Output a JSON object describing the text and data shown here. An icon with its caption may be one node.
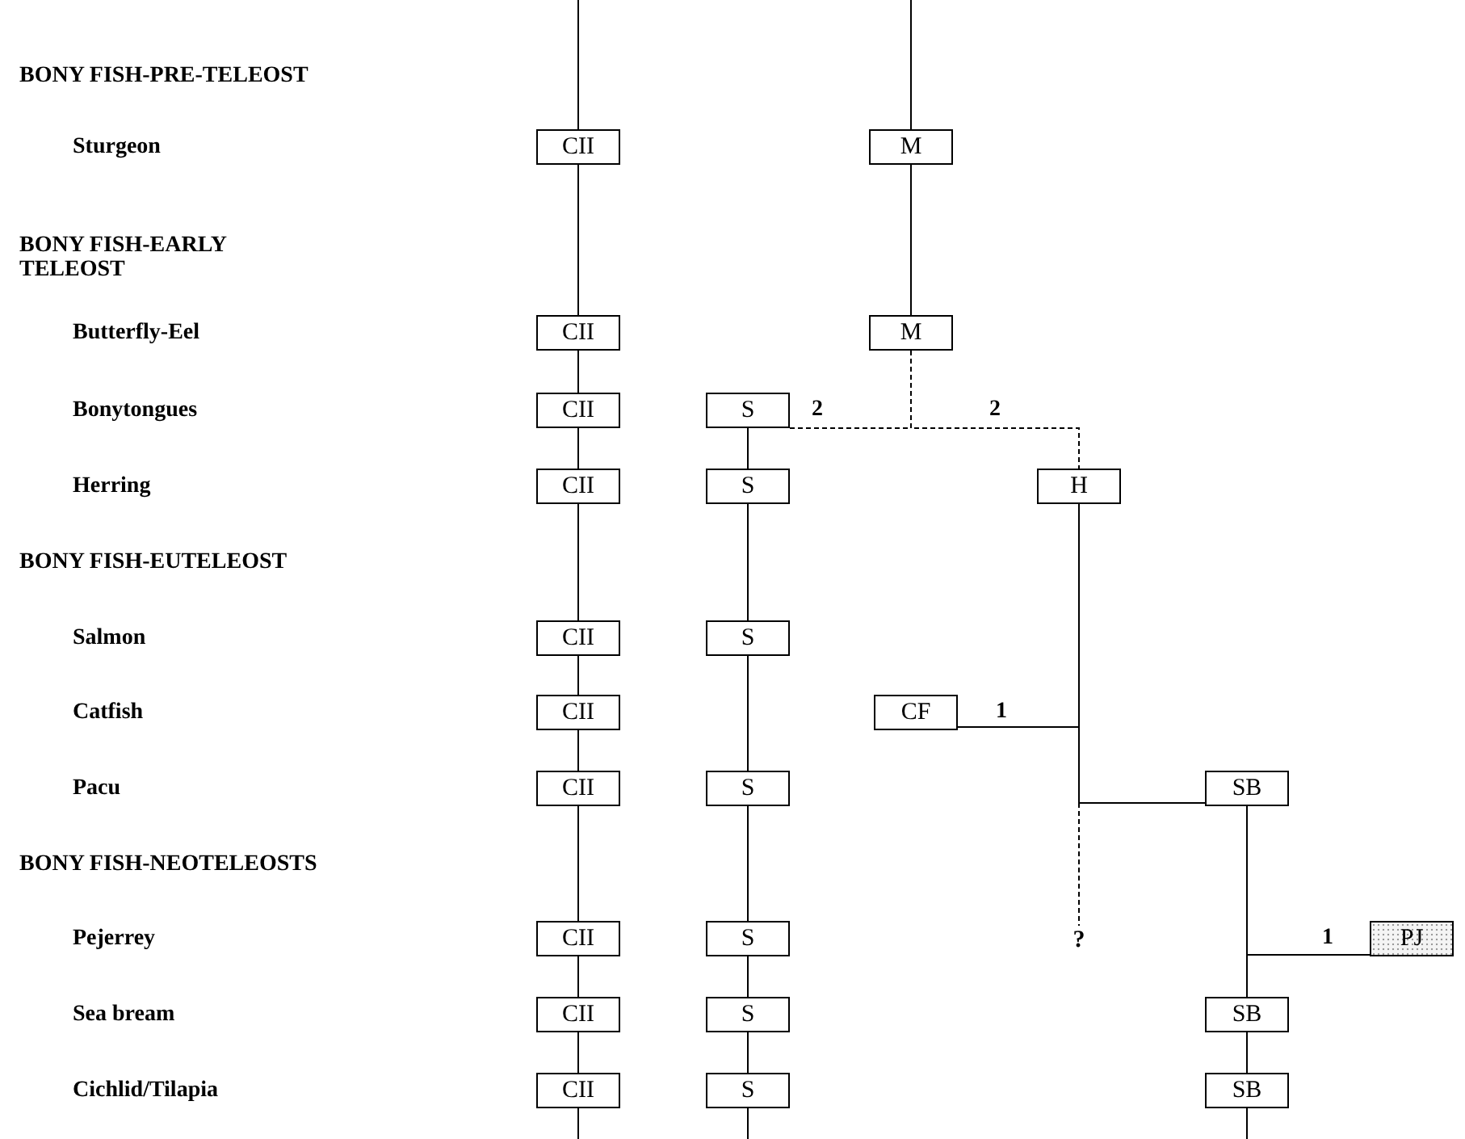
{
  "diagram": {
    "nodes": [
      {
        "text": [
          "CII"
        ]
      },
      {
        "text": [
          "M"
        ]
      },
      {
        "text": [
          "CII"
        ]
      },
      {
        "text": [
          "M"
        ]
      },
      {
        "text": [
          "CII"
        ]
      },
      {
        "text": [
          "S"
        ]
      },
      {
        "text": [
          "CII"
        ]
      },
      {
        "text": [
          "S"
        ]
      },
      {
        "text": [
          "H"
        ]
      },
      {
        "text": [
          "CII"
        ]
      },
      {
        "text": [
          "S"
        ]
      },
      {
        "text": [
          "CII"
        ]
      },
      {
        "text": [
          "CF"
        ]
      },
      {
        "text": [
          "CII"
        ]
      },
      {
        "text": [
          "S"
        ]
      },
      {
        "text": [
          "SB"
        ]
      },
      {
        "text": [
          "CII"
        ]
      },
      {
        "text": [
          "S"
        ]
      },
      {
        "text": [
          "PJ"
        ]
      },
      {
        "text": [
          "CII"
        ]
      },
      {
        "text": [
          "S"
        ]
      },
      {
        "text": [
          "SB"
        ]
      },
      {
        "text": [
          "CII"
        ]
      },
      {
        "text": [
          "S"
        ]
      },
      {
        "text": [
          "SB"
        ]
      },
      {
        "text": [
          "?"
        ]
      }
    ],
    "edges": [
      {
        "from": null,
        "to": 0,
        "arrow": "none"
      },
      {
        "from": 0,
        "to": 2,
        "arrow": "none"
      },
      {
        "from": 2,
        "to": 4,
        "arrow": "none"
      },
      {
        "from": 4,
        "to": 6,
        "arrow": "none"
      },
      {
        "from": 6,
        "to": 9,
        "arrow": "none"
      },
      {
        "from": 9,
        "to": 11,
        "arrow": "none"
      },
      {
        "from": 11,
        "to": 13,
        "arrow": "none"
      },
      {
        "from": 13,
        "to": 16,
        "arrow": "none"
      },
      {
        "from": 16,
        "to": 19,
        "arrow": "none"
      },
      {
        "from": 19,
        "to": 22,
        "arrow": "none"
      },
      {
        "from": 22,
        "to": null,
        "arrow": "none"
      },
      {
        "from": null,
        "to": 1,
        "arrow": "none"
      },
      {
        "from": 1,
        "to": 3,
        "arrow": "none"
      },
      {
        "from": 3,
        "to": 5,
        "arrow": "none",
        "label": "2",
        "style": "dashed"
      },
      {
        "from": 3,
        "to": 8,
        "arrow": "none",
        "label": "2",
        "style": "dashed"
      },
      {
        "from": 5,
        "to": 7,
        "arrow": "none"
      },
      {
        "from": 7,
        "to": 10,
        "arrow": "none"
      },
      {
        "from": 10,
        "to": 14,
        "arrow": "none"
      },
      {
        "from": 14,
        "to": 17,
        "arrow": "none"
      },
      {
        "from": 17,
        "to": 20,
        "arrow": "none"
      },
      {
        "from": 20,
        "to": 23,
        "arrow": "none"
      },
      {
        "from": 23,
        "to": null,
        "arrow": "none"
      },
      {
        "from": 8,
        "to": 12,
        "arrow": "none",
        "label": "1"
      },
      {
        "from": 8,
        "to": 25,
        "arrow": "none",
        "style": "dashed"
      },
      {
        "from": 8,
        "to": 15,
        "arrow": "none"
      },
      {
        "from": 15,
        "to": 18,
        "arrow": "none",
        "label": "1"
      },
      {
        "from": 15,
        "to": 21,
        "arrow": "none"
      },
      {
        "from": 21,
        "to": 24,
        "arrow": "none"
      },
      {
        "from": 24,
        "to": null,
        "arrow": "none"
      }
    ],
    "labels": [
      "BONY FISH-PRE-TELEOST",
      "Sturgeon",
      "BONY FISH-EARLY TELEOST",
      "Butterfly-Eel",
      "Bonytongues",
      "Herring",
      "BONY FISH-EUTELEOST",
      "Salmon",
      "Catfish",
      "Pacu",
      "BONY FISH-NEOTELEOSTS",
      "Pejerrey",
      "Sea bream",
      "Cichlid/Tilapia"
    ]
  }
}
